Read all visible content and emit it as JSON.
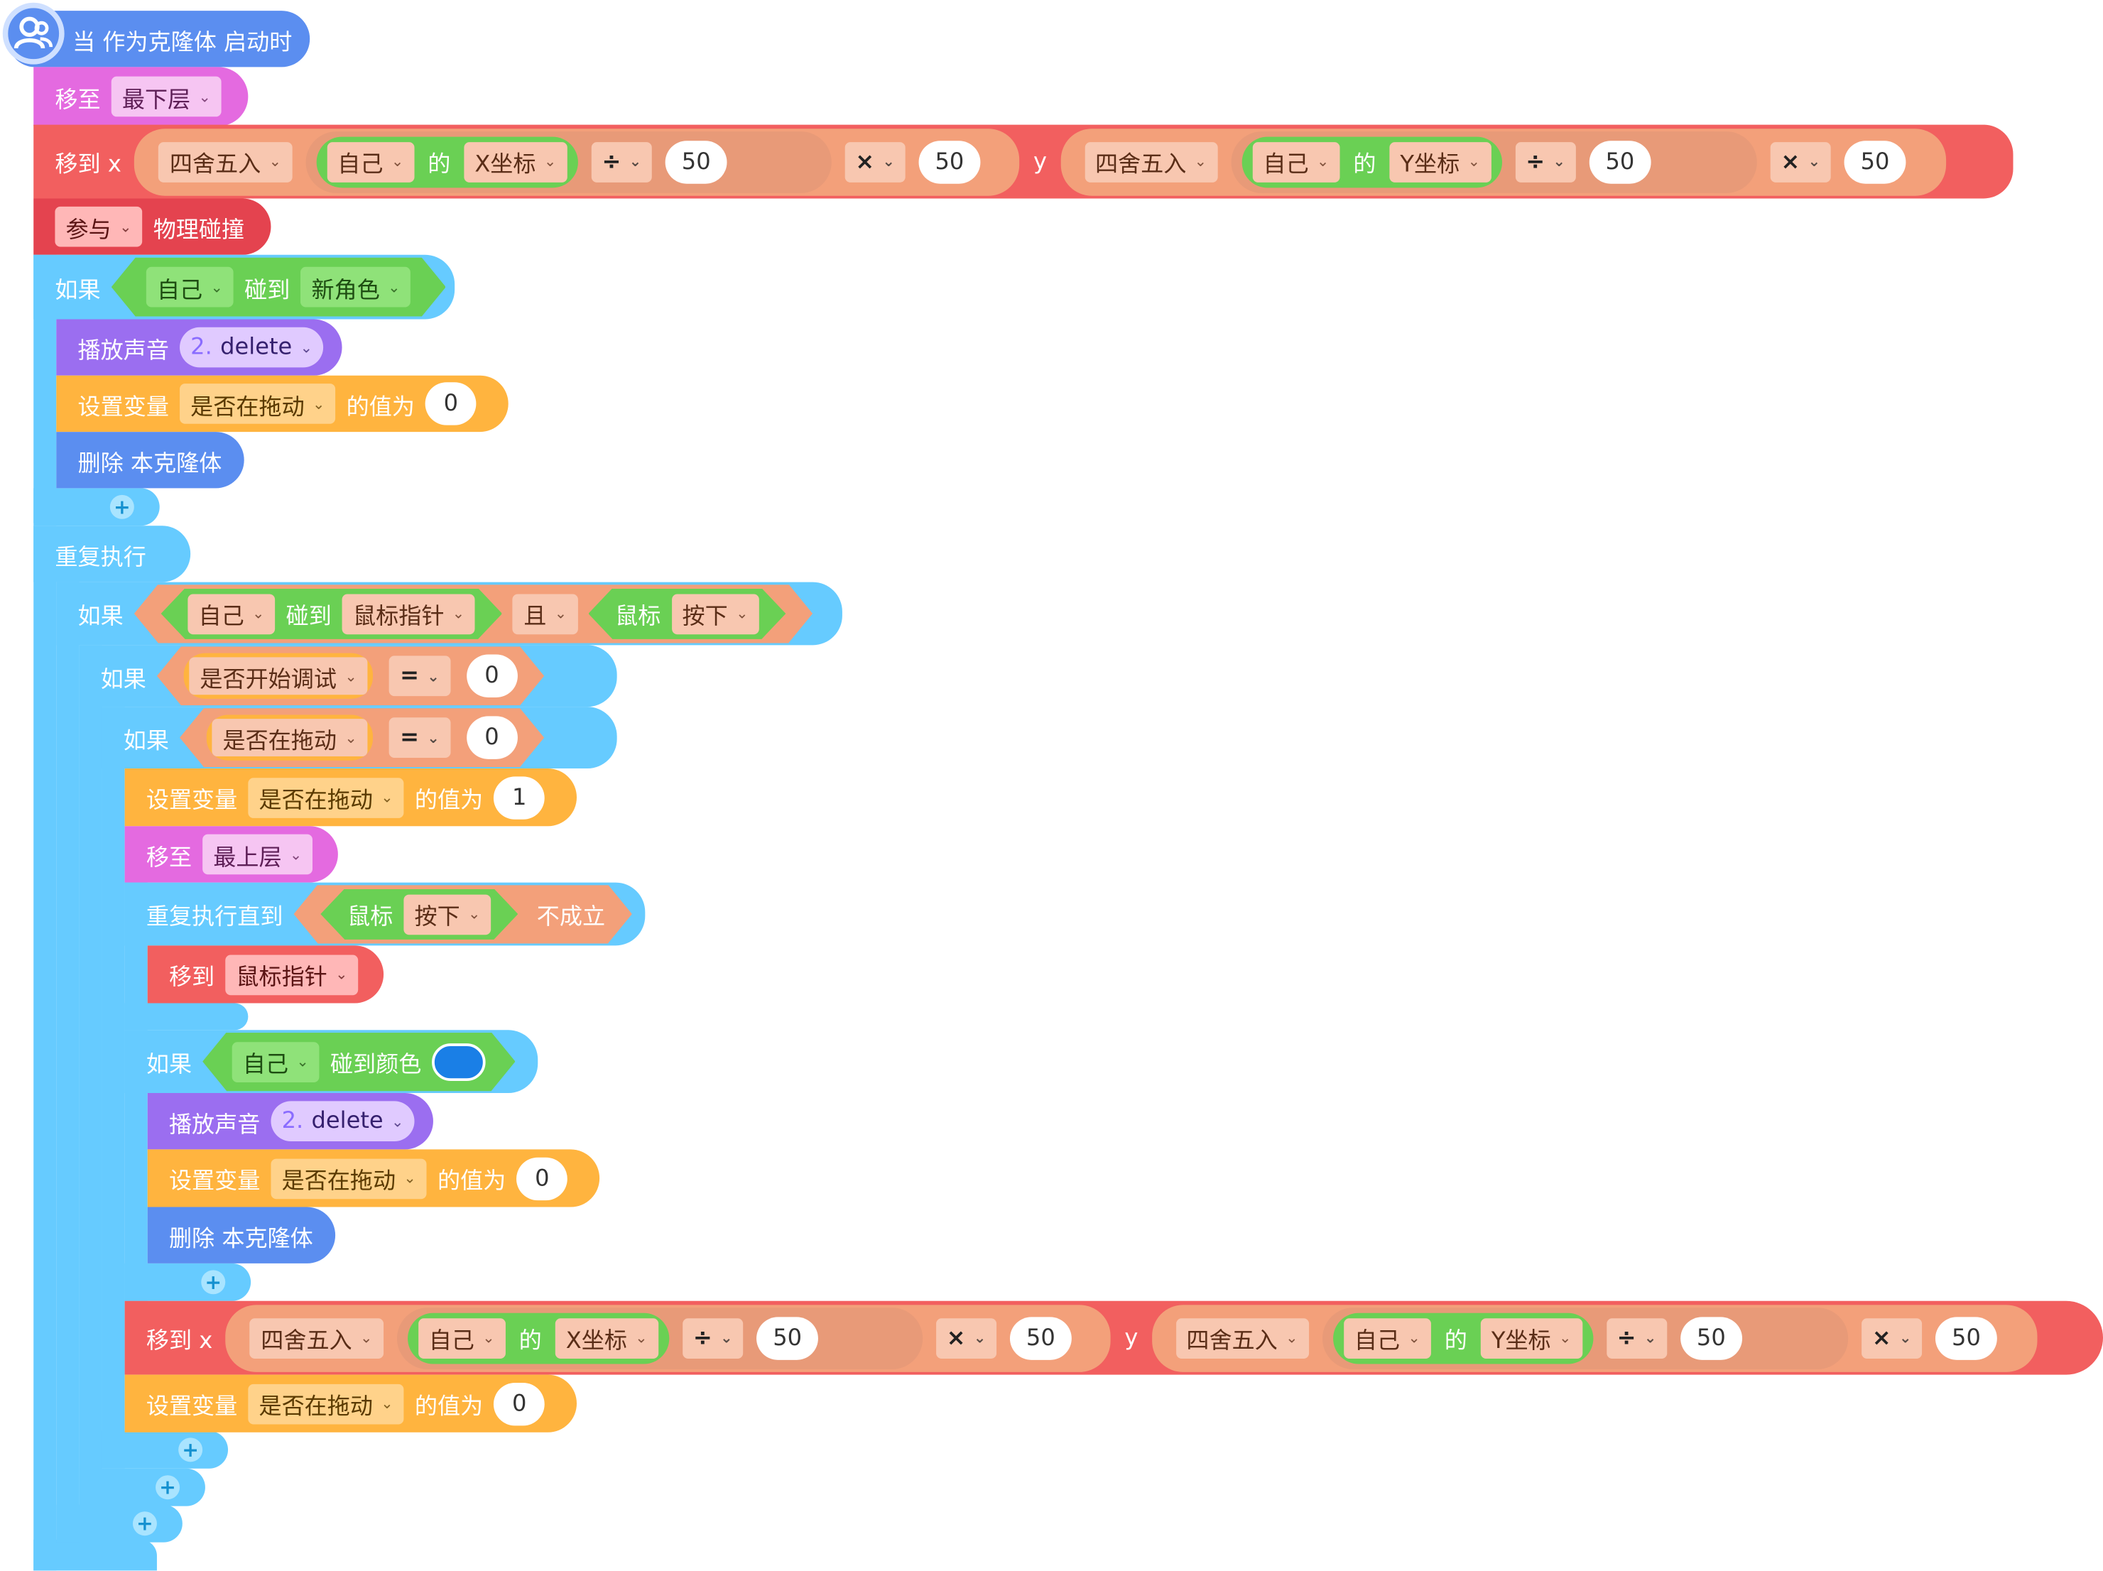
{
  "hat": {
    "label": "当 作为克隆体 启动时",
    "icon": "user-icon"
  },
  "s1": {
    "label": "移至",
    "value": "最下层"
  },
  "goto1": {
    "label": "移到 x",
    "ylabel": "y",
    "x": {
      "round": "四舍五入",
      "self": "自己",
      "of": "的",
      "prop": "X坐标",
      "div": "÷",
      "dv": "50",
      "mul": "×",
      "mv": "50"
    },
    "y": {
      "round": "四舍五入",
      "self": "自己",
      "of": "的",
      "prop": "Y坐标",
      "div": "÷",
      "dv": "50",
      "mul": "×",
      "mv": "50"
    }
  },
  "phys": {
    "mode": "参与",
    "label": "物理碰撞"
  },
  "if1": {
    "label": "如果",
    "self": "自己",
    "touch": "碰到",
    "target": "新角色"
  },
  "sound1": {
    "label": "播放声音",
    "num": "2.",
    "name": "delete"
  },
  "set1": {
    "label": "设置变量",
    "var": "是否在拖动",
    "to": "的值为",
    "val": "0"
  },
  "del1": {
    "label": "删除 本克隆体"
  },
  "forever": {
    "label": "重复执行"
  },
  "if2": {
    "label": "如果",
    "self": "自己",
    "touch": "碰到",
    "target": "鼠标指针",
    "and": "且",
    "mouse": "鼠标",
    "pressed": "按下"
  },
  "if3": {
    "label": "如果",
    "var": "是否开始调试",
    "op": "=",
    "val": "0"
  },
  "if4": {
    "label": "如果",
    "var": "是否在拖动",
    "op": "=",
    "val": "0"
  },
  "set2": {
    "label": "设置变量",
    "var": "是否在拖动",
    "to": "的值为",
    "val": "1"
  },
  "s2": {
    "label": "移至",
    "value": "最上层"
  },
  "until": {
    "label": "重复执行直到",
    "mouse": "鼠标",
    "pressed": "按下",
    "not": "不成立"
  },
  "goto2": {
    "label": "移到",
    "value": "鼠标指针"
  },
  "if5": {
    "label": "如果",
    "self": "自己",
    "touch": "碰到颜色",
    "color": "#1a7fe6"
  },
  "sound2": {
    "label": "播放声音",
    "num": "2.",
    "name": "delete"
  },
  "set3": {
    "label": "设置变量",
    "var": "是否在拖动",
    "to": "的值为",
    "val": "0"
  },
  "del2": {
    "label": "删除 本克隆体"
  },
  "goto3": {
    "label": "移到 x",
    "ylabel": "y",
    "x": {
      "round": "四舍五入",
      "self": "自己",
      "of": "的",
      "prop": "X坐标",
      "div": "÷",
      "dv": "50",
      "mul": "×",
      "mv": "50"
    },
    "y": {
      "round": "四舍五入",
      "self": "自己",
      "of": "的",
      "prop": "Y坐标",
      "div": "÷",
      "dv": "50",
      "mul": "×",
      "mv": "50"
    }
  },
  "set4": {
    "label": "设置变量",
    "var": "是否在拖动",
    "to": "的值为",
    "val": "0"
  },
  "plus": "+",
  "colors": {
    "event": "#5b8ef0",
    "looks": "#e46ae0",
    "motion": "#f25f5f",
    "physics": "#e4434f",
    "control": "#66cbff",
    "sound": "#9b6ef0",
    "data": "#ffb43f",
    "operator": "#f3a07a",
    "sensing": "#6ad054"
  }
}
